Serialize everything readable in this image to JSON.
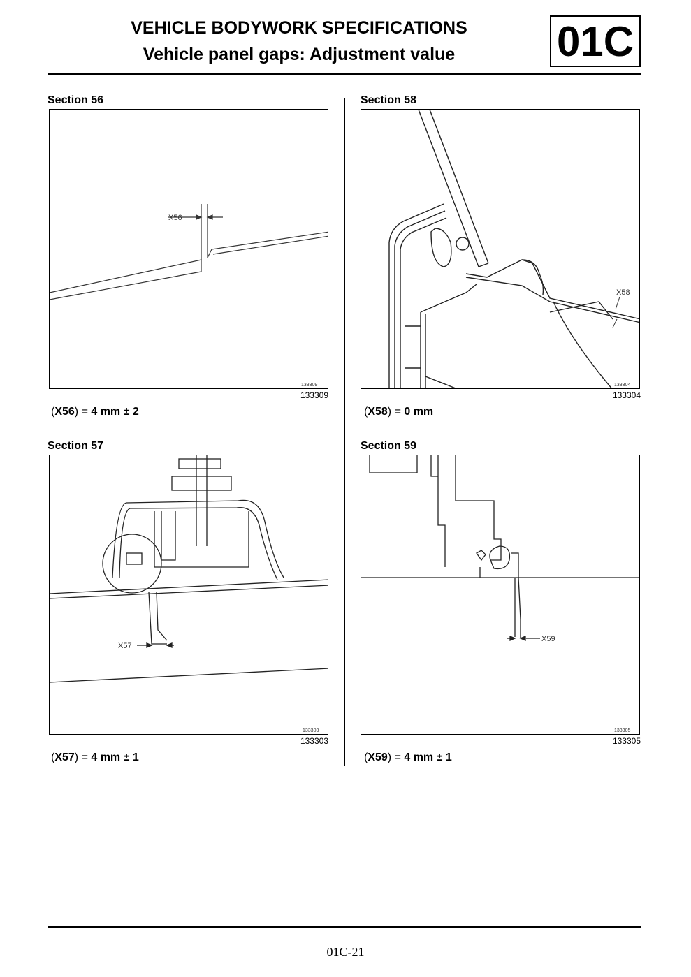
{
  "header": {
    "title": "VEHICLE BODYWORK SPECIFICATIONS",
    "subtitle": "Vehicle panel gaps: Adjustment value",
    "code": "01C"
  },
  "sections": [
    {
      "label": "Section 56",
      "figure_number": "133309",
      "gap_name": "X56",
      "spec_value": "4 mm ± 2"
    },
    {
      "label": "Section 58",
      "figure_number": "133304",
      "gap_name": "X58",
      "spec_value": "0 mm"
    },
    {
      "label": "Section 57",
      "figure_number": "133303",
      "gap_name": "X57",
      "spec_value": "4 mm ± 1"
    },
    {
      "label": "Section 59",
      "figure_number": "133305",
      "gap_name": "X59",
      "spec_value": "4 mm ± 1"
    }
  ],
  "footer": {
    "page_number": "01C-21"
  }
}
